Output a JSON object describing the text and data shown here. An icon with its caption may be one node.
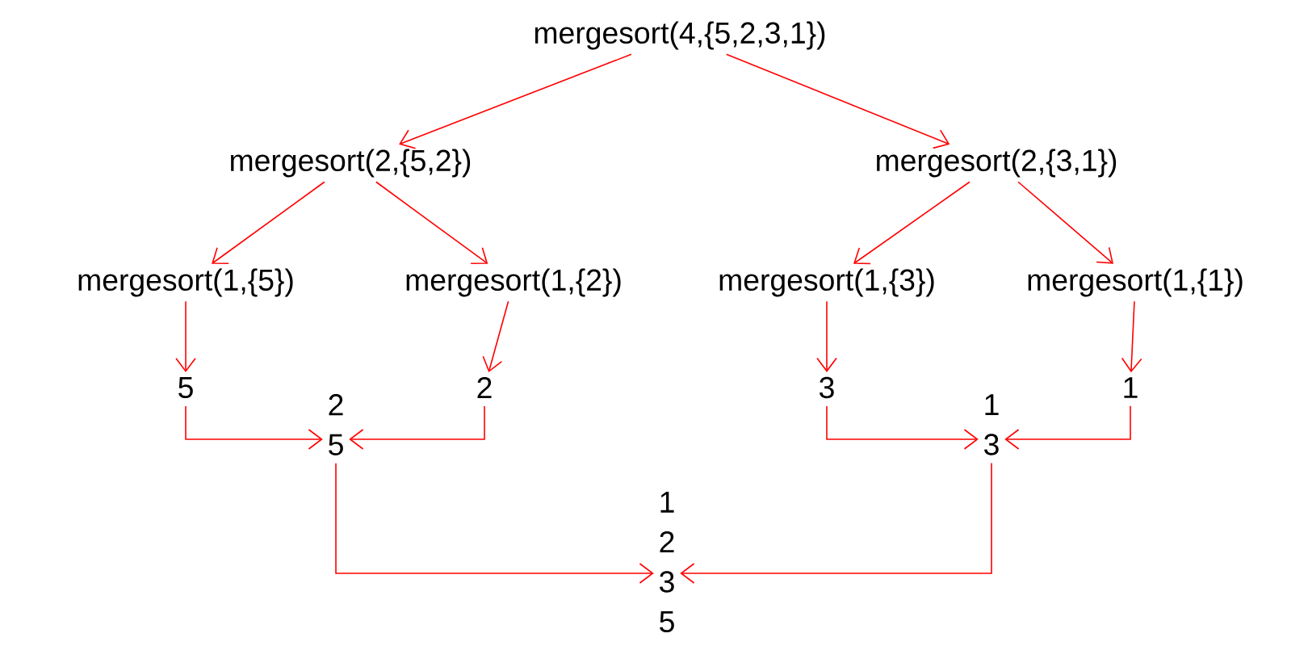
{
  "diagram": {
    "nodes": [
      {
        "text": [
          "mergesort(4,{5,2,3,1})"
        ]
      },
      {
        "text": [
          "mergesort(2,{5,2})"
        ]
      },
      {
        "text": [
          "mergesort(2,{3,1})"
        ]
      },
      {
        "text": [
          "mergesort(1,{5})"
        ]
      },
      {
        "text": [
          "mergesort(1,{2})"
        ]
      },
      {
        "text": [
          "mergesort(1,{3})"
        ]
      },
      {
        "text": [
          "mergesort(1,{1})"
        ]
      },
      {
        "text": [
          "5"
        ]
      },
      {
        "text": [
          "2"
        ]
      },
      {
        "text": [
          "3"
        ]
      },
      {
        "text": [
          "1"
        ]
      },
      {
        "text": [
          "2",
          "5"
        ]
      },
      {
        "text": [
          "1",
          "3"
        ]
      },
      {
        "text": [
          "1",
          "2",
          "3",
          "5"
        ]
      }
    ],
    "edges": [
      {
        "from": 0,
        "to": 1,
        "arrow": "to"
      },
      {
        "from": 0,
        "to": 2,
        "arrow": "to"
      },
      {
        "from": 1,
        "to": 3,
        "arrow": "to"
      },
      {
        "from": 1,
        "to": 4,
        "arrow": "to"
      },
      {
        "from": 2,
        "to": 5,
        "arrow": "to"
      },
      {
        "from": 2,
        "to": 6,
        "arrow": "to"
      },
      {
        "from": 3,
        "to": 7,
        "arrow": "to"
      },
      {
        "from": 4,
        "to": 8,
        "arrow": "to"
      },
      {
        "from": 5,
        "to": 9,
        "arrow": "to"
      },
      {
        "from": 6,
        "to": 10,
        "arrow": "to"
      },
      {
        "from": 7,
        "to": 11,
        "arrow": "to"
      },
      {
        "from": 8,
        "to": 11,
        "arrow": "to"
      },
      {
        "from": 9,
        "to": 12,
        "arrow": "to"
      },
      {
        "from": 10,
        "to": 12,
        "arrow": "to"
      },
      {
        "from": 11,
        "to": 13,
        "arrow": "to"
      },
      {
        "from": 12,
        "to": 13,
        "arrow": "to"
      }
    ]
  }
}
